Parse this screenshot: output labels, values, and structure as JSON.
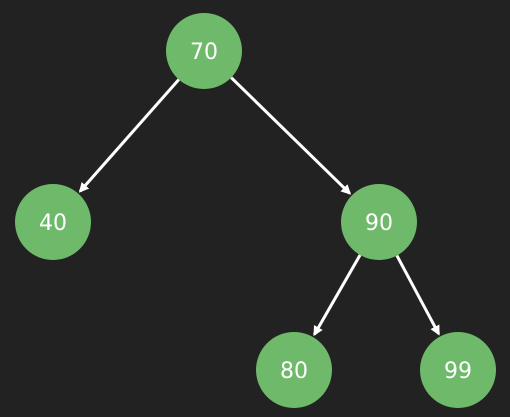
{
  "diagram": {
    "type": "binary-tree",
    "colors": {
      "background": "#232223",
      "node_fill": "#6fba6a",
      "edge": "#ffffff",
      "label": "#ffffff"
    },
    "nodes": [
      {
        "id": "n70",
        "label": "70"
      },
      {
        "id": "n40",
        "label": "40"
      },
      {
        "id": "n90",
        "label": "90"
      },
      {
        "id": "n80",
        "label": "80"
      },
      {
        "id": "n99",
        "label": "99"
      }
    ],
    "edges": [
      {
        "from": "n70",
        "to": "n40"
      },
      {
        "from": "n70",
        "to": "n90"
      },
      {
        "from": "n90",
        "to": "n80"
      },
      {
        "from": "n90",
        "to": "n99"
      }
    ]
  }
}
